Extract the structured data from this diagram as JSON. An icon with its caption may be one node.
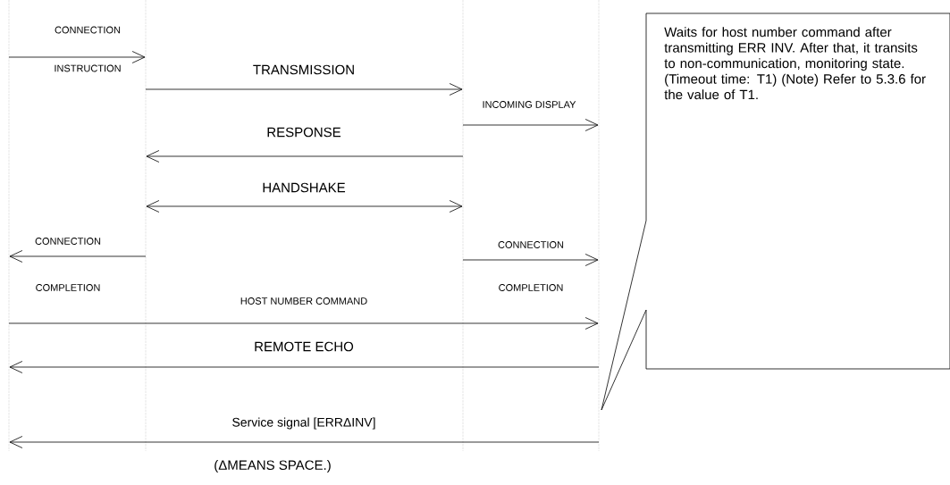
{
  "diagram": {
    "nodes": [
      {
        "text": [],
        "shape": "line"
      },
      {
        "text": [],
        "shape": "line"
      },
      {
        "text": [],
        "shape": "line"
      },
      {
        "text": [],
        "shape": "line"
      },
      {
        "text": [
          "Waits for host number command after transmitting ERR INV. After that, it transits to non-communication, monitoring state. (Timeout time: T1) (Note) Refer to 5.3.6 for the value of T1."
        ]
      }
    ],
    "edges": [
      {
        "from": 0,
        "to": 1,
        "arrow": "to",
        "label": "CONNECTION INSTRUCTION"
      },
      {
        "from": 1,
        "to": 2,
        "arrow": "to",
        "label": "TRANSMISSION"
      },
      {
        "from": 2,
        "to": 3,
        "arrow": "to",
        "label": "INCOMING DISPLAY"
      },
      {
        "from": 2,
        "to": 1,
        "arrow": "to",
        "label": "RESPONSE"
      },
      {
        "from": 1,
        "to": 2,
        "arrow": "both",
        "label": "HANDSHAKE"
      },
      {
        "from": 1,
        "to": 0,
        "arrow": "to",
        "label": "CONNECTION COMPLETION"
      },
      {
        "from": 2,
        "to": 3,
        "arrow": "to",
        "label": "CONNECTION COMPLETION"
      },
      {
        "from": 0,
        "to": 3,
        "arrow": "to",
        "label": "HOST NUMBER COMMAND"
      },
      {
        "from": 3,
        "to": 0,
        "arrow": "to",
        "label": "REMOTE ECHO"
      },
      {
        "from": 3,
        "to": 0,
        "arrow": "to",
        "label": "Service signal [ERRΔINV]"
      }
    ],
    "labels": [
      "(ΔMEANS SPACE.)"
    ]
  }
}
